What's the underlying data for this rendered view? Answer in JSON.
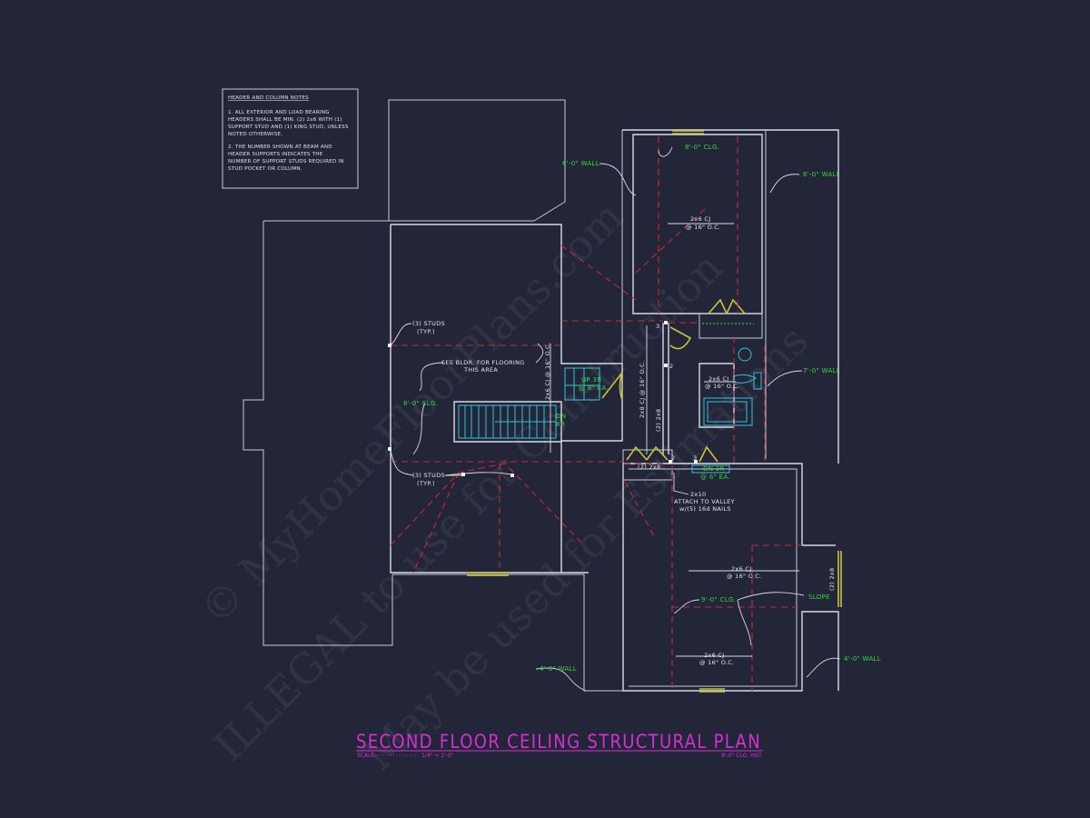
{
  "notes": {
    "heading": "HEADER AND COLUMN NOTES",
    "lines": [
      "1. ALL EXTERIOR AND LOAD BEARING",
      "HEADERS SHALL BE MIN. (2) 2x6 WITH (1)",
      "SUPPORT STUD AND (1) KING STUD, UNLESS",
      "NOTED OTHERWISE.",
      "2. THE NUMBER SHOWN AT BEAM AND",
      "HEADER SUPPORTS INDICATES THE",
      "NUMBER OF SUPPORT STUDS REQUIRED IN",
      "STUD POCKET OR COLUMN."
    ]
  },
  "labels": {
    "wall_6_left": "6'-0\" WALL",
    "clg_8_top": "8'-0\" CLG.",
    "wall_6_right": "6'-0\" WALL",
    "cj_top_1": "2x6 CJ",
    "cj_top_2": "@ 16\" O.C.",
    "studs_top_1": "(3) STUDS",
    "studs_top_2": "(TYP.)",
    "see_bldr_1": "SEE BLDR. FOR FLOORING",
    "see_bldr_2": "THIS AREA",
    "clg_8_left": "8'-0\" CLG.",
    "cj_stair": "2x6 CJ @ 16\" O.C.",
    "up_3r_1": "UP 3R",
    "up_3r_2": "@ 8\" EA.",
    "dn_8r_1": "DN",
    "dn_8r_2": "8R",
    "cj_hall": "2x8 CJ @ 16\" O.C.",
    "beam_hall": "(2) 2x8",
    "cj_bath_1": "2x6 CJ",
    "cj_bath_2": "@ 16\" O.C.",
    "wall_7": "7'-0\" WALL",
    "beam_door": "(2) 2x8",
    "dn_3r_1": "DN 3R",
    "dn_3r_2": "@ 6\" EA.",
    "studs_bot_1": "(3) STUDS",
    "studs_bot_2": "(TYP.)",
    "valley_1": "2x10",
    "valley_2": "ATTACH TO VALLEY",
    "valley_3": "w/(5) 16d NAILS",
    "cj_br1_1": "2x6 CJ",
    "cj_br1_2": "@ 16\" O.C.",
    "clg_9": "9'-0\" CLG.",
    "slope": "SLOPE",
    "beam_window": "(2) 2x8",
    "cj_br2_1": "2x6 CJ",
    "cj_br2_2": "@ 16\" O.C.",
    "wall_4_left": "4'-0\" WALL",
    "wall_4_right": "4'-0\" WALL",
    "stud_count_a": "3",
    "stud_count_b": "2",
    "stud_count_c": "2",
    "stud_count_d": "3"
  },
  "title": {
    "main": "SECOND FLOOR CEILING STRUCTURAL PLAN",
    "scale_label": "SCALE:",
    "scale_value": "1/4\" = 1'-0\"",
    "ceiling_height": "8'-0\" CLG. HGT."
  },
  "watermark": {
    "line1": "© MyHomeFloorPlans.com",
    "line2": "ILLEGAL to use for Construction",
    "line3": "May be used for Estimations"
  },
  "colors": {
    "background": "#232639",
    "title": "#d52fd3",
    "annotation_green": "#33d93a",
    "ceiling_joist_red": "#c8283a",
    "fixture_cyan": "#34c3d6",
    "door_yellow": "#c9c43a"
  }
}
